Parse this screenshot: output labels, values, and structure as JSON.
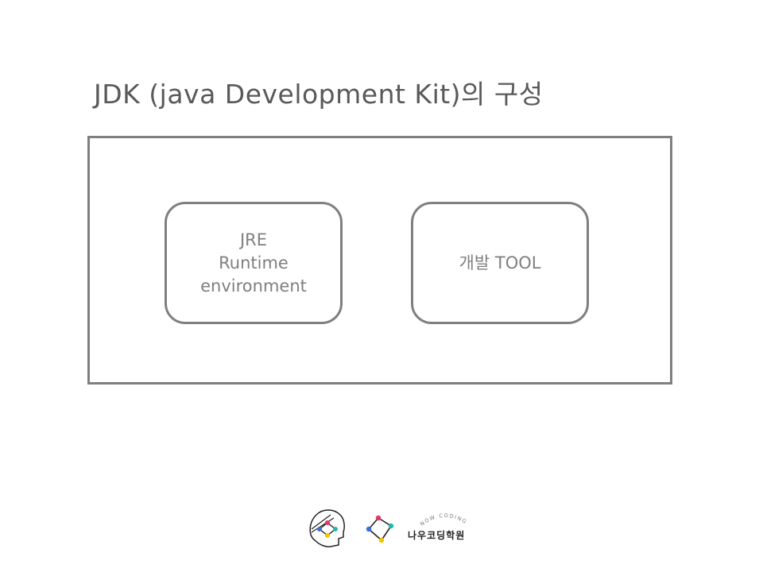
{
  "title": "JDK (java Development Kit)의 구성",
  "diagram": {
    "outer_label": "",
    "boxes": [
      {
        "lines": [
          "JRE",
          "Runtime",
          "environment"
        ]
      },
      {
        "lines": [
          "개발 TOOL"
        ]
      }
    ]
  },
  "footer": {
    "brand_name": "나우코딩학원",
    "brand_arc_text": "NOW CODING"
  },
  "colors": {
    "title": "#595959",
    "border": "#7f7f7f",
    "box_text": "#7f7f7f",
    "logo_blue": "#3b6fd6",
    "logo_pink": "#e8336d",
    "logo_teal": "#21b8b0",
    "logo_yellow": "#f5c400"
  }
}
